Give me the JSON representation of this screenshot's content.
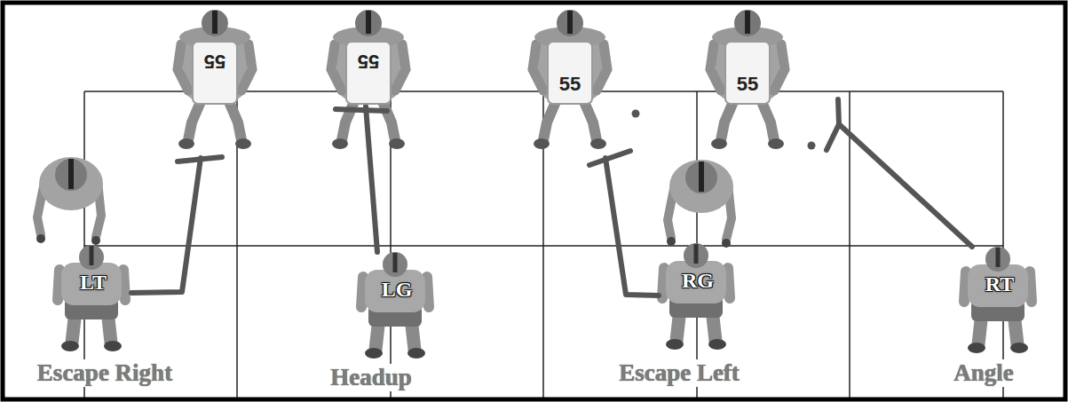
{
  "diagram": {
    "nodes": [
      {
        "text": [
          "55"
        ]
      },
      {
        "text": [
          "55"
        ]
      },
      {
        "text": [
          "55"
        ]
      },
      {
        "text": [
          "55"
        ]
      },
      {
        "text": [
          "LT"
        ]
      },
      {
        "text": [
          "LG"
        ]
      },
      {
        "text": [
          "RG"
        ]
      },
      {
        "text": [
          "RT"
        ]
      }
    ],
    "edges": [
      {
        "from": 4,
        "to": 0,
        "arrow": "none"
      },
      {
        "from": 5,
        "to": 1,
        "arrow": "none"
      },
      {
        "from": 6,
        "to": 2,
        "arrow": "none"
      },
      {
        "from": 7,
        "to": 3,
        "arrow": "none"
      }
    ],
    "labels": [
      "Escape Right",
      "Headup",
      "Escape Left",
      "Angle"
    ]
  }
}
